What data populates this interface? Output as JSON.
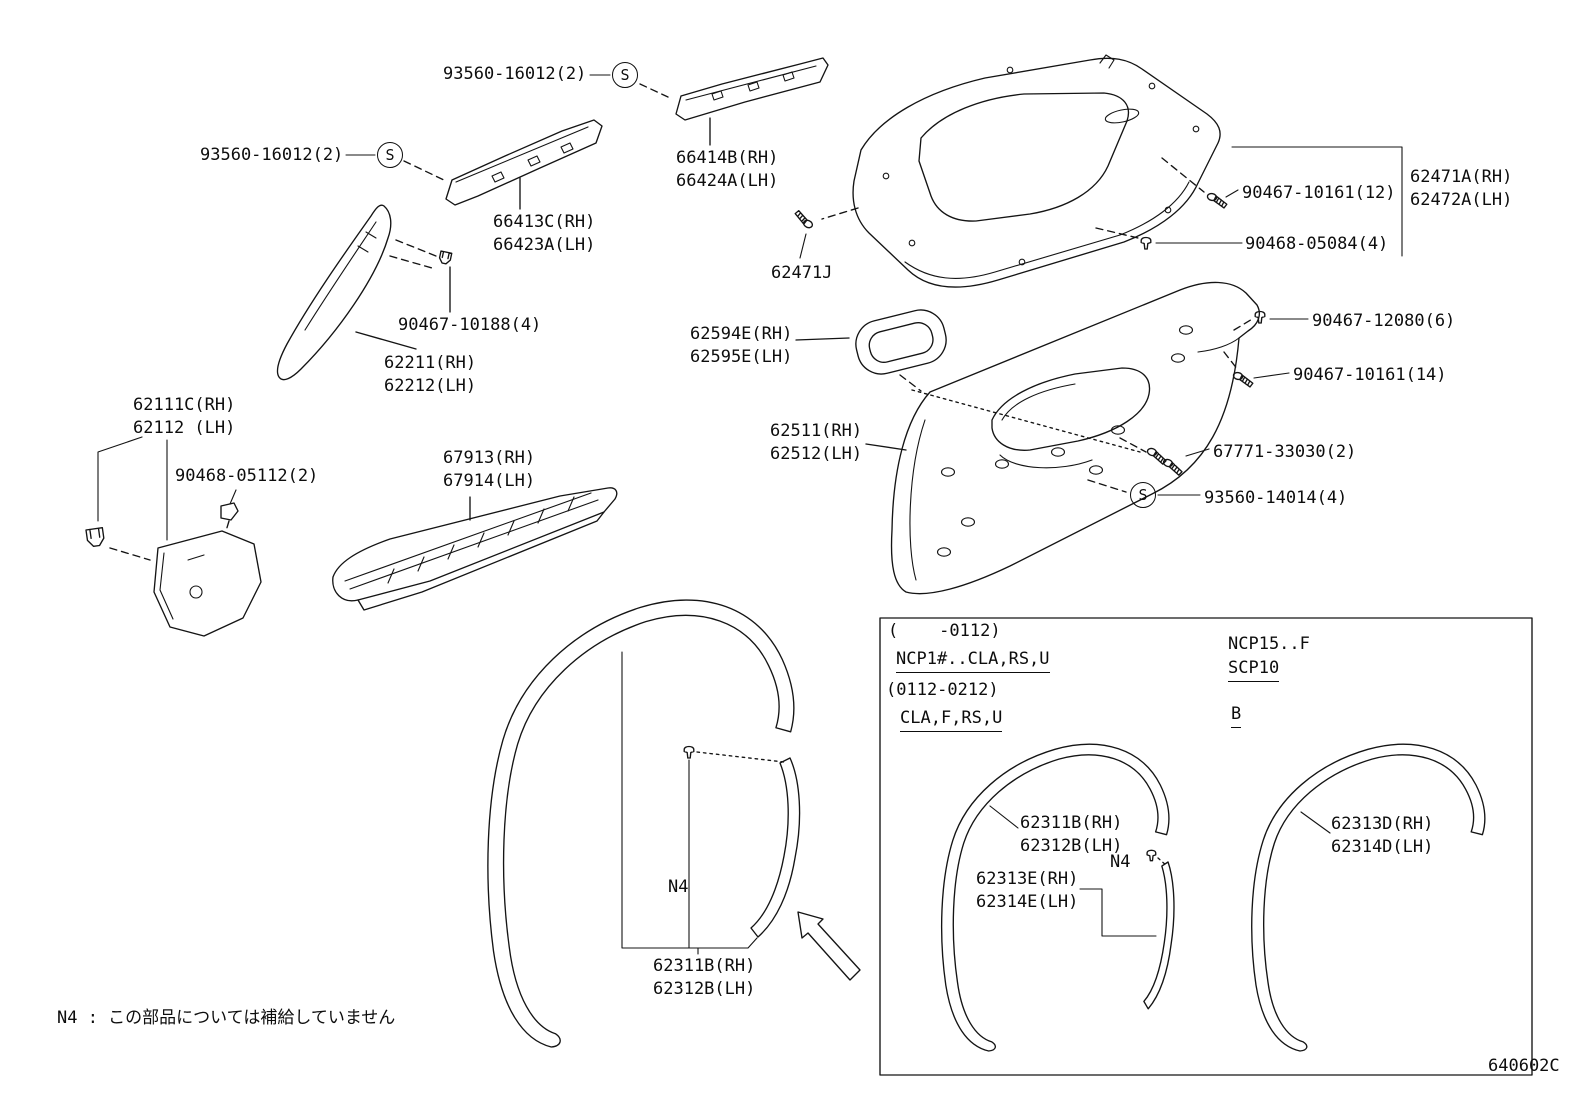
{
  "meta": {
    "diagram_code": "640602C",
    "footnote": "N4 : この部品については補給していません"
  },
  "symbols": {
    "s": "S",
    "n4": "N4"
  },
  "part_labels": {
    "fastener_93560_16012_top": "93560-16012(2)",
    "fastener_93560_16012_left": "93560-16012(2)",
    "roof_rail_garnish_rear": "66414B(RH)\n66424A(LH)",
    "roof_rail_garnish_front": "66413C(RH)\n66423A(LH)",
    "quarter_window_garnish": "62471A(RH)\n62472A(LH)",
    "fastener_90467_10161_12": "90467-10161(12)",
    "fastener_90468_05084": "90468-05084(4)",
    "clip_62471j": "62471J",
    "fastener_90467_12080": "90467-12080(6)",
    "bezel": "62594E(RH)\n62595E(LH)",
    "fastener_90467_10161_14": "90467-10161(14)",
    "fastener_90467_10188": "90467-10188(4)",
    "front_pillar_garnish": "62211(RH)\n62212(LH)",
    "cowl_side_trim": "62111C(RH)\n62112 (LH)",
    "fastener_90468_05112": "90468-05112(2)",
    "scuff_plate": "67913(RH)\n67914(LH)",
    "quarter_trim_panel": "62511(RH)\n62512(LH)",
    "fastener_67771_33030": "67771-33030(2)",
    "fastener_93560_14014": "93560-14014(4)",
    "weatherstrip_main": "62311B(RH)\n62312B(LH)"
  },
  "inset": {
    "range_1": "(    -0112)",
    "applicability_1": "NCP1#..CLA,RS,U",
    "range_2": "(0112-0212)",
    "applicability_2": "CLA,F,RS,U",
    "model_1": "NCP15..F",
    "model_2": "SCP10",
    "section": "B",
    "weatherstrip_left": "62311B(RH)\n62312B(LH)",
    "weatherstrip_left_alt": "62313E(RH)\n62314E(LH)",
    "weatherstrip_right": "62313D(RH)\n62314D(LH)"
  }
}
